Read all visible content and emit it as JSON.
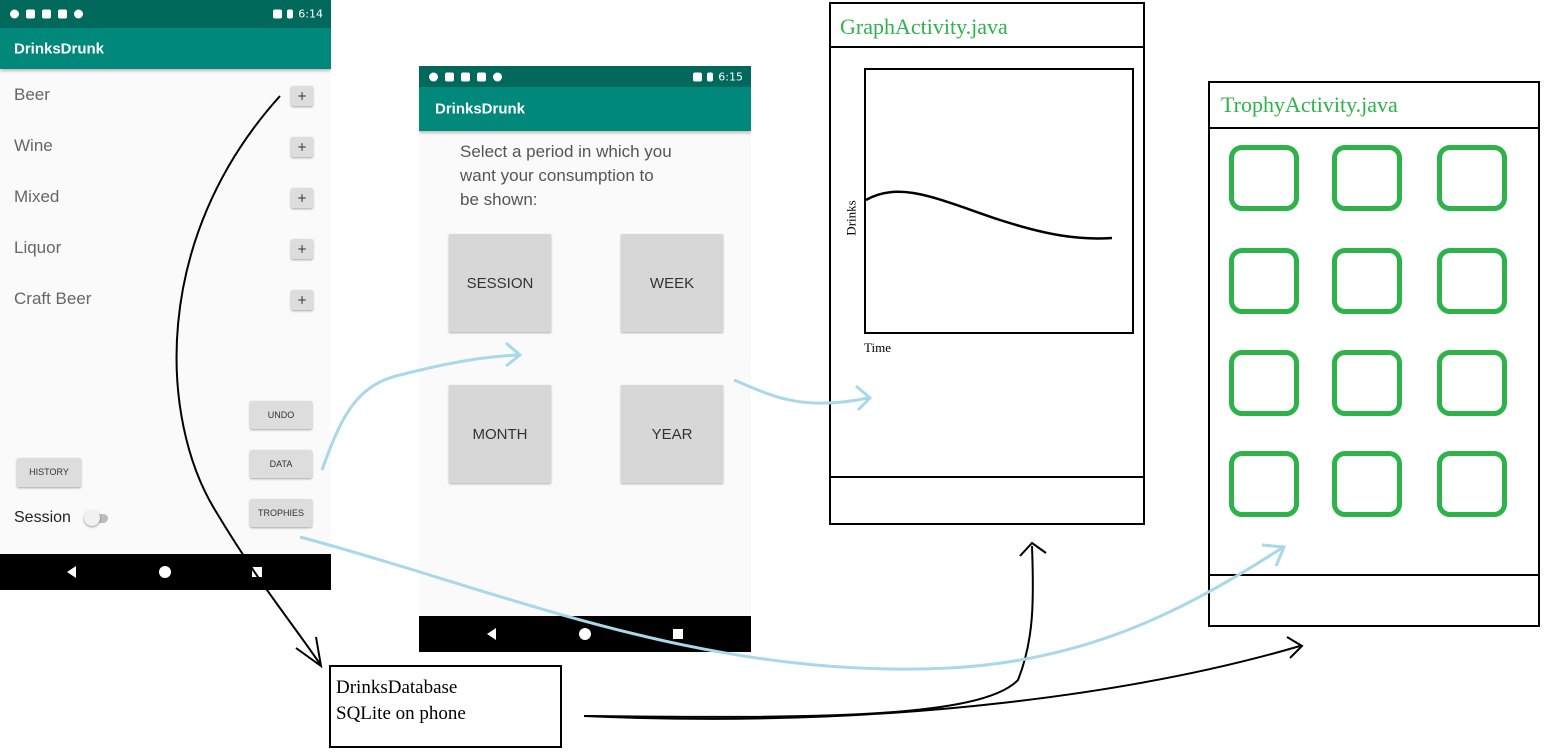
{
  "phone_main": {
    "status_time": "6:14",
    "app_title": "DrinksDrunk",
    "drinks": [
      "Beer",
      "Wine",
      "Mixed",
      "Liquor",
      "Craft Beer"
    ],
    "plus_label": "+",
    "undo_label": "UNDO",
    "data_label": "DATA",
    "trophies_label": "TROPHIES",
    "history_label": "HISTORY",
    "session_label": "Session"
  },
  "phone_period": {
    "status_time": "6:15",
    "app_title": "DrinksDrunk",
    "prompt_lines": [
      "Select a period in which you",
      "want your consumption to",
      "be shown:"
    ],
    "session_label": "SESSION",
    "week_label": "WEEK",
    "month_label": "MONTH",
    "year_label": "YEAR"
  },
  "graph_activity": {
    "title": "GraphActivity.java",
    "y_label": "Drinks",
    "x_label": "Time"
  },
  "trophy_activity": {
    "title": "TrophyActivity.java"
  },
  "database": {
    "line1": "DrinksDatabase",
    "line2": "SQLite on phone"
  },
  "colors": {
    "status_bar": "#00695c",
    "app_bar": "#00897b",
    "trophy_green": "#2db34a",
    "arrow_blue": "#a8d8ea"
  }
}
